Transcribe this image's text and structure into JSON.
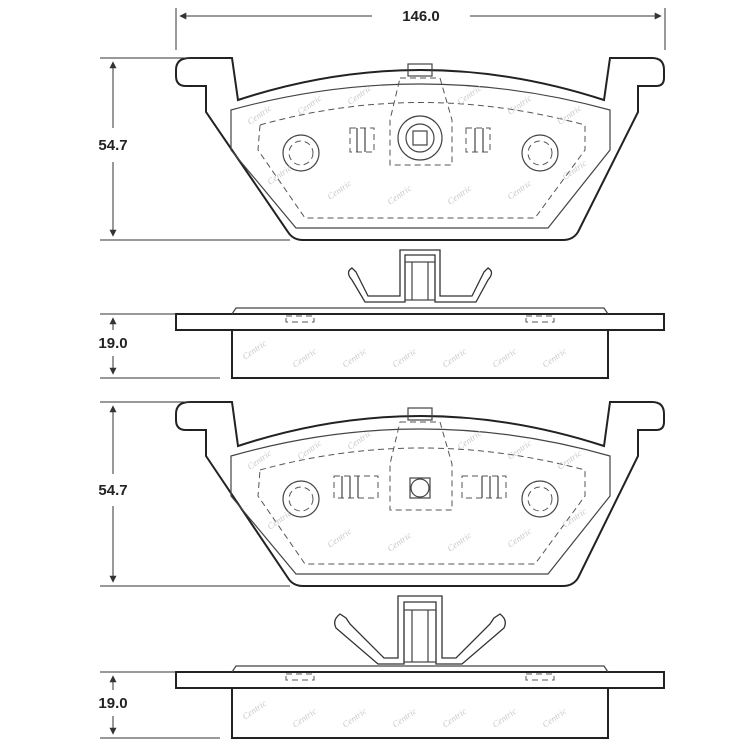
{
  "dimensions": {
    "width": "146.0",
    "height_top": "54.7",
    "thickness_top": "19.0",
    "height_bottom": "54.7",
    "thickness_bottom": "19.0"
  },
  "watermark": {
    "brand": "Centric"
  },
  "colors": {
    "line": "#222222",
    "watermark": "#c9c9c9",
    "background": "#ffffff"
  }
}
